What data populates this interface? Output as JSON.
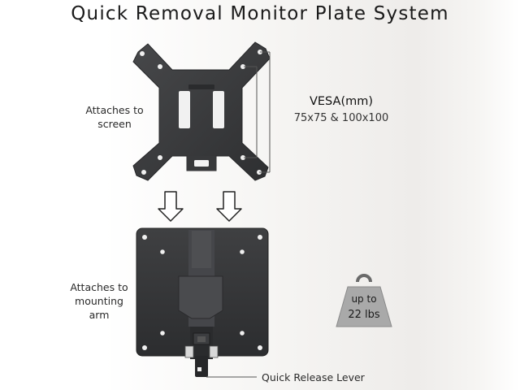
{
  "title": "Quick Removal Monitor Plate System",
  "labels": {
    "attaches_screen": [
      "Attaches to",
      "screen"
    ],
    "attaches_arm": [
      "Attaches to",
      "mounting",
      "arm"
    ],
    "vesa_title": "VESA(mm)",
    "vesa_sizes": "75x75 & 100x100",
    "quick_release": "Quick Release Lever"
  },
  "weight": {
    "line1": "up to",
    "line2": "22 lbs"
  },
  "colors": {
    "plate": "#3a3b3d",
    "plate_dark": "#2b2c2e",
    "accent_line": "#555555"
  },
  "icons": [
    "down-arrow-icon",
    "down-arrow-icon",
    "weight-icon"
  ]
}
